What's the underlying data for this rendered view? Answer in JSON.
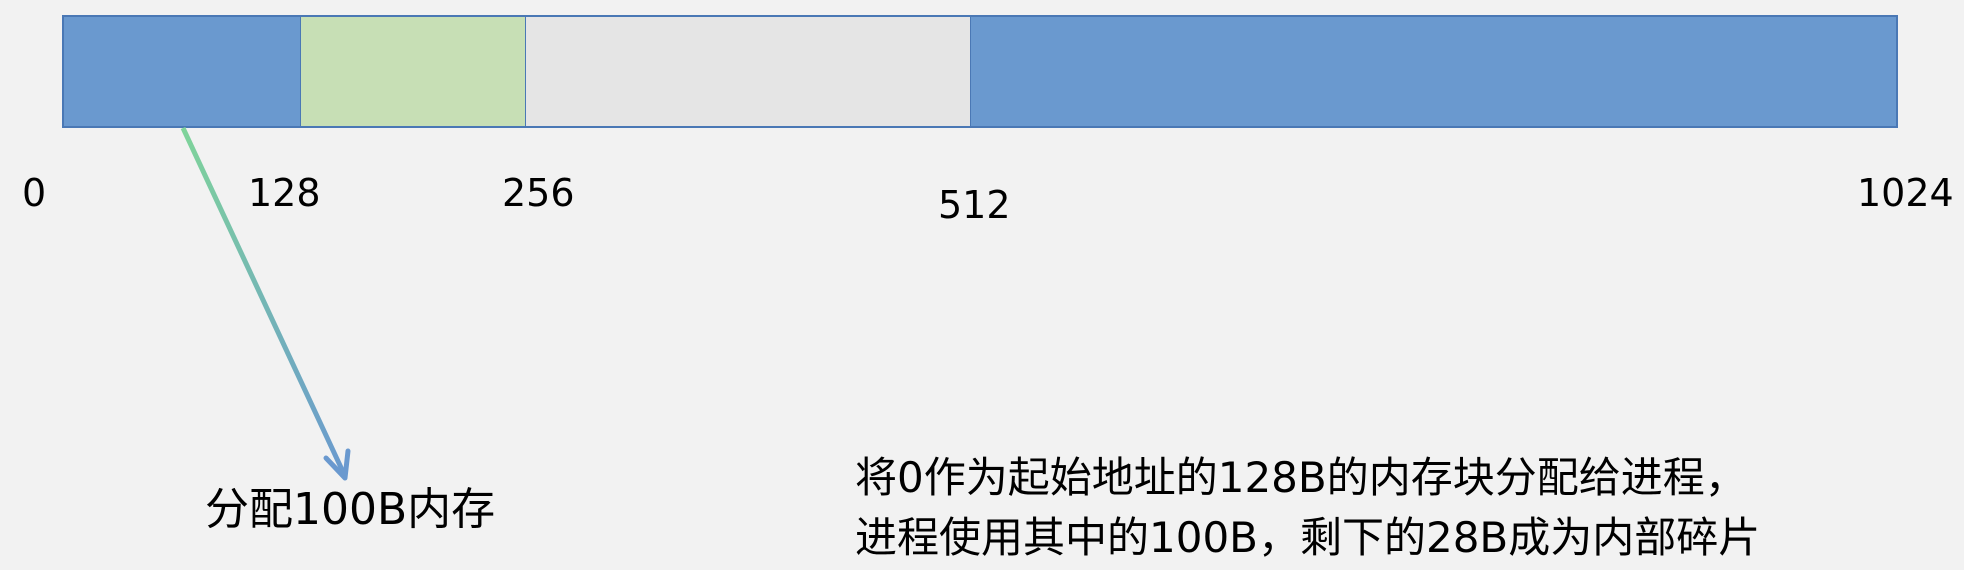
{
  "ticks": [
    "0",
    "128",
    "256",
    "512",
    "1024"
  ],
  "allocation_label": "分配100B内存",
  "note": {
    "line1": "将0作为起始地址的128B的内存块分配给进程，",
    "line2": "进程使用其中的100B，剩下的28B成为内部碎片"
  },
  "colors": {
    "allocated_block": "#6a99cf",
    "block_128_256": "#c7dfb5",
    "block_256_512": "#e5e5e5",
    "block_512_1024": "#6a99cf",
    "border": "#4a78b5",
    "arrow_start": "#7fd49a",
    "arrow_end": "#6a99cf"
  }
}
